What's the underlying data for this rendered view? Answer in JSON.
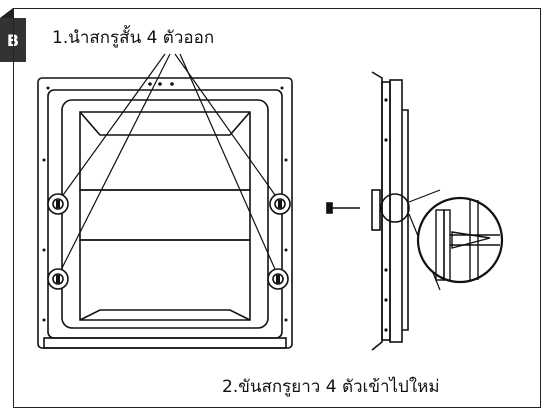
{
  "badge": {
    "label": "B",
    "color": "#333333"
  },
  "steps": {
    "step1": "1.นำสกรูสั้น 4 ตัวออก",
    "step2": "2.ขันสกรูยาว 4 ตัวเข้าไปใหม่"
  },
  "icons": [
    "screw-icon",
    "magnifier-callout"
  ]
}
